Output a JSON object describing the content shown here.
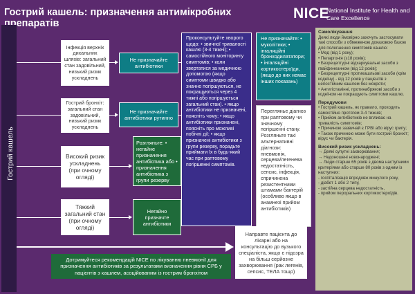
{
  "header": {
    "title": "Гострий кашель: призначення антимікробних препаратів",
    "logo": "NICE",
    "org": "National Institute for Health and Care Excellence"
  },
  "side_label": "Гострий кашель",
  "patient_groups": [
    "Інфекція верхніх дихальних шляхів: загальний стан задовільний, низький ризик ускладнень",
    "Гострий бронхіт: загальний стан задовільний, низький ризик ускладнень",
    "Високий ризик ускладнень (при очному огляді)",
    "Тяжкий загальний стан (при очному огляді)"
  ],
  "actions": [
    "Не призначайте антибіотики",
    "Не призначайте антибіотики рутинно",
    "Розгляньте: • негайне призначення антибіотика або • призначення антибіотика з групи резерву",
    "Негайно призначте антибіотики"
  ],
  "advice_box": "Проконсультуйте хворого щодо: • звичної тривалості кашлю (3-4 тижні); • самостійного моніторингу симптомів; • коли звертатися за медичною допомогою (якщо симптоми швидко або значно погіршуються, не покращуються через 4 тижні або погіршується загальний стан). • якщо антибіотики не призначені, поясніть чому; • якщо антибіотики призначені, поясніть про можливі побічні дії; • якщо призначені антибіотики з групи резерву, порадьте приймати їх в будь-який час при раптовому погіршенні симптомів.",
  "no_prescribe_box": "Не призначайте: • муколітики; • інгаляційні бронходилататори; • інгаляційні кортикостероїди, (якщо до них немає інших показань)",
  "review_box": "Переглянье діагноз при раптовому чи значному погіршенні стану. Розгляньте такі альтернативні діагнози: пневмонія, серцева/легенева недостатність, сепсис, інфекція, спричинена резистентними штамами бактерій (особливо якщо в анамнезі прийом антибіотиків)",
  "refer_box": "Направте пацієнта до лікарні або на консультацію до вузького спеціаліста, якщо є підозра на більш серйозне захворювання (рак легенів, сепсис, ТЕЛА тощо)",
  "bottom_note": "Дотримуйтеся рекомендацій NICE по лікуванню пневмонії для призначення антибіотиків за результатами визначення рівня СРБ у пацієнтів з кашлем, асоційованим із гострим бронхітом",
  "right_panel": {
    "self_care_title": "Самолікування",
    "self_care_text": "Деякі люди ймовірно захочуть застосувати такі способи з обмеженою доказовою базою для полегшення симптомів кашлю:",
    "self_care_items": [
      "• Мед (від 1 року);",
      "• Пеларгонія (з18 років);",
      "• Безрецептурні відхаркувальні засоби з гвайфенезином (від 12 років);",
      "• Безрецептурні протикашльові засоби (крім кодеїну) - від 12 років у пацієнтів з непостійним кашлем без мокроти;",
      "• Антигістамінні, протинабрякові засоби з кодеїном не покращують симптоми кашлю."
    ],
    "fever_title": "Передумови",
    "fever_items": [
      "• Гострий кашель, як правило, проходить самостійно протягом 3-4 тижнів;",
      "• Прийом антибіотиків не впливає на тривалість симптомів;",
      "• Причиною зазвичай є ГРВІ або вірус грипу;",
      "• Також причиною може бути гострий бронхіт; вірус чи бактерія."
    ],
    "risk_title": "Високий ризик ускладнень:",
    "risk_items": [
      "→ Деякі супутні захворювання;",
      "→ Недоношені новонароджені;",
      "→ Люди старше 65 років з двома наступними критеріями або старше 80 років з одним із наступних:",
      "- госпіталізація впродовж минулого року,",
      "- діабет 1 або 2 типу,",
      "- застійна серцева недостатність,",
      "- прийом пероральних кортикостероїдів."
    ]
  }
}
